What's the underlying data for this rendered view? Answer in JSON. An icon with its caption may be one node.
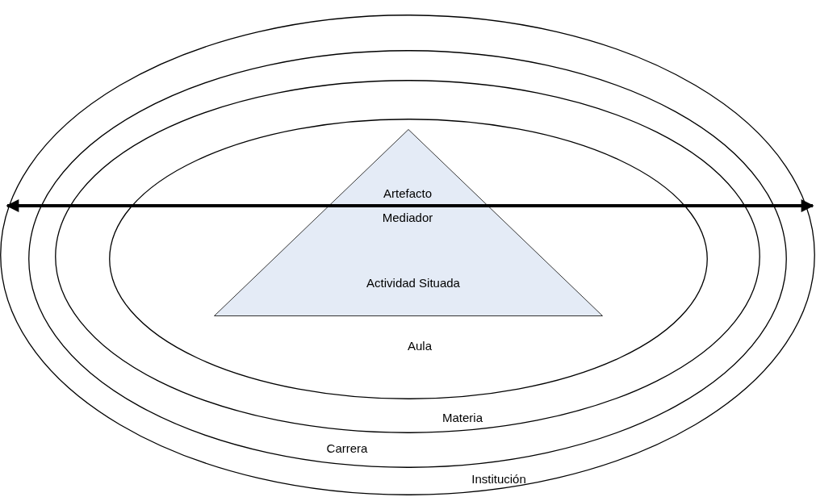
{
  "diagram": {
    "nodes": [
      {
        "text": [
          "Institución"
        ]
      },
      {
        "text": [
          "Carrera"
        ],
        "in": 0
      },
      {
        "text": [
          "Materia"
        ],
        "in": 1
      },
      {
        "text": [
          "Aula"
        ],
        "in": 2
      },
      {
        "text": [
          "Artefacto Mediador",
          "Actividad Situada"
        ],
        "in": 3
      }
    ]
  }
}
